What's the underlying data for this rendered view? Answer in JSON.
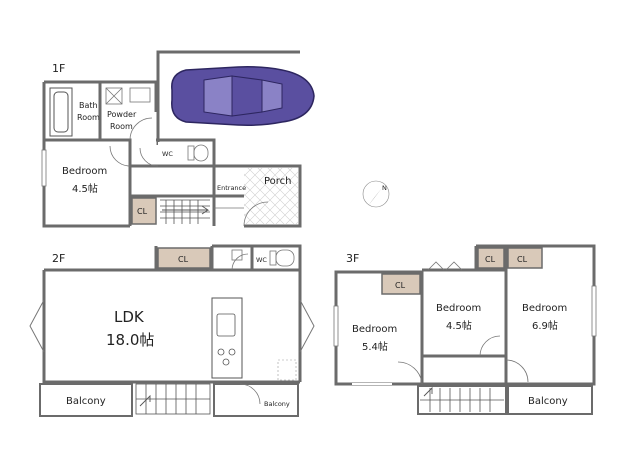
{
  "floors": {
    "f1": "1F",
    "f2": "2F",
    "f3": "3F"
  },
  "rooms_1f": {
    "bath_line1": "Bath",
    "bath_line2": "Room",
    "powder_line1": "Powder",
    "powder_line2": "Room",
    "wc": "WC",
    "bedroom": "Bedroom",
    "bedroom_size": "4.5帖",
    "cl": "CL",
    "entrance": "Entrance",
    "porch": "Porch"
  },
  "rooms_2f": {
    "cl": "CL",
    "wc": "WC",
    "ldk": "LDK",
    "ldk_size": "18.0帖",
    "balcony_main": "Balcony",
    "balcony_small": "Balcony"
  },
  "rooms_3f": {
    "cl_left": "CL",
    "cl_mid": "CL",
    "cl_right": "CL",
    "bed_left": "Bedroom",
    "bed_left_size": "5.4帖",
    "bed_mid": "Bedroom",
    "bed_mid_size": "4.5帖",
    "bed_right": "Bedroom",
    "bed_right_size": "6.9帖",
    "balcony": "Balcony"
  },
  "compass": "N",
  "colors": {
    "wall": "#6b6b6b",
    "closet": "#d9c9b9",
    "car": "#5a4fa0",
    "stair": "#555555"
  }
}
